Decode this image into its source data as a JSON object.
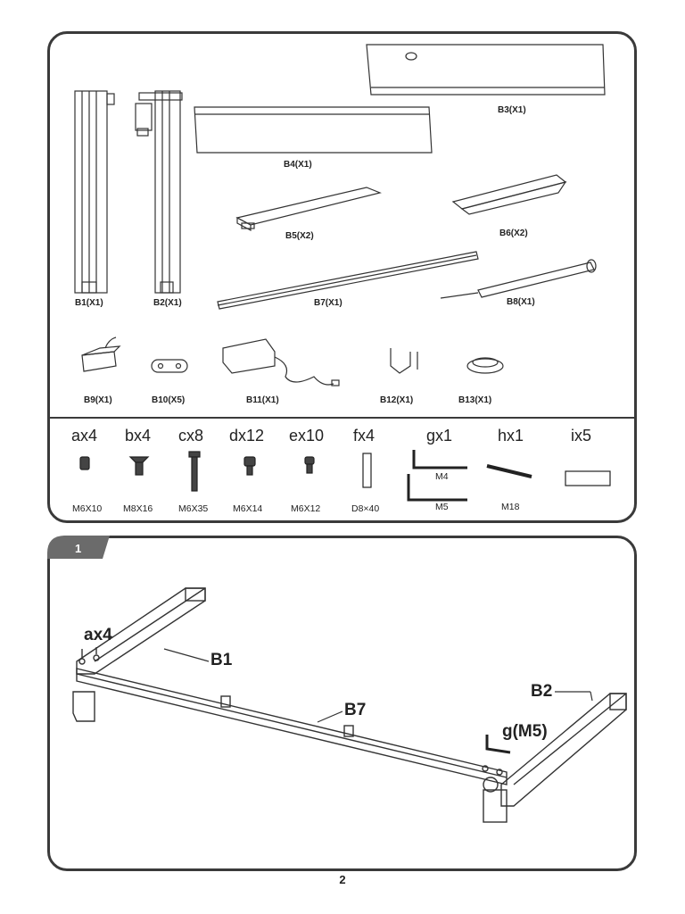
{
  "parts": {
    "b1": "B1(X1)",
    "b2": "B2(X1)",
    "b3": "B3(X1)",
    "b4": "B4(X1)",
    "b5": "B5(X2)",
    "b6": "B6(X2)",
    "b7": "B7(X1)",
    "b8": "B8(X1)",
    "b9": "B9(X1)",
    "b10": "B10(X5)",
    "b11": "B11(X1)",
    "b12": "B12(X1)",
    "b13": "B13(X1)"
  },
  "hardware": [
    {
      "code": "ax4",
      "size": "M6X10"
    },
    {
      "code": "bx4",
      "size": "M8X16"
    },
    {
      "code": "cx8",
      "size": "M6X35"
    },
    {
      "code": "dx12",
      "size": "M6X14"
    },
    {
      "code": "ex10",
      "size": "M6X12"
    },
    {
      "code": "fx4",
      "size": "D8×40"
    },
    {
      "code": "gx1",
      "size_top": "M4",
      "size_bottom": "M5"
    },
    {
      "code": "hx1",
      "size": "M18"
    },
    {
      "code": "ix5",
      "size": ""
    }
  ],
  "step": {
    "number": "1",
    "callouts": {
      "ax4": "ax4",
      "b1": "B1",
      "b2": "B2",
      "b7": "B7",
      "g": "g(M5)"
    }
  },
  "page_number": "2"
}
